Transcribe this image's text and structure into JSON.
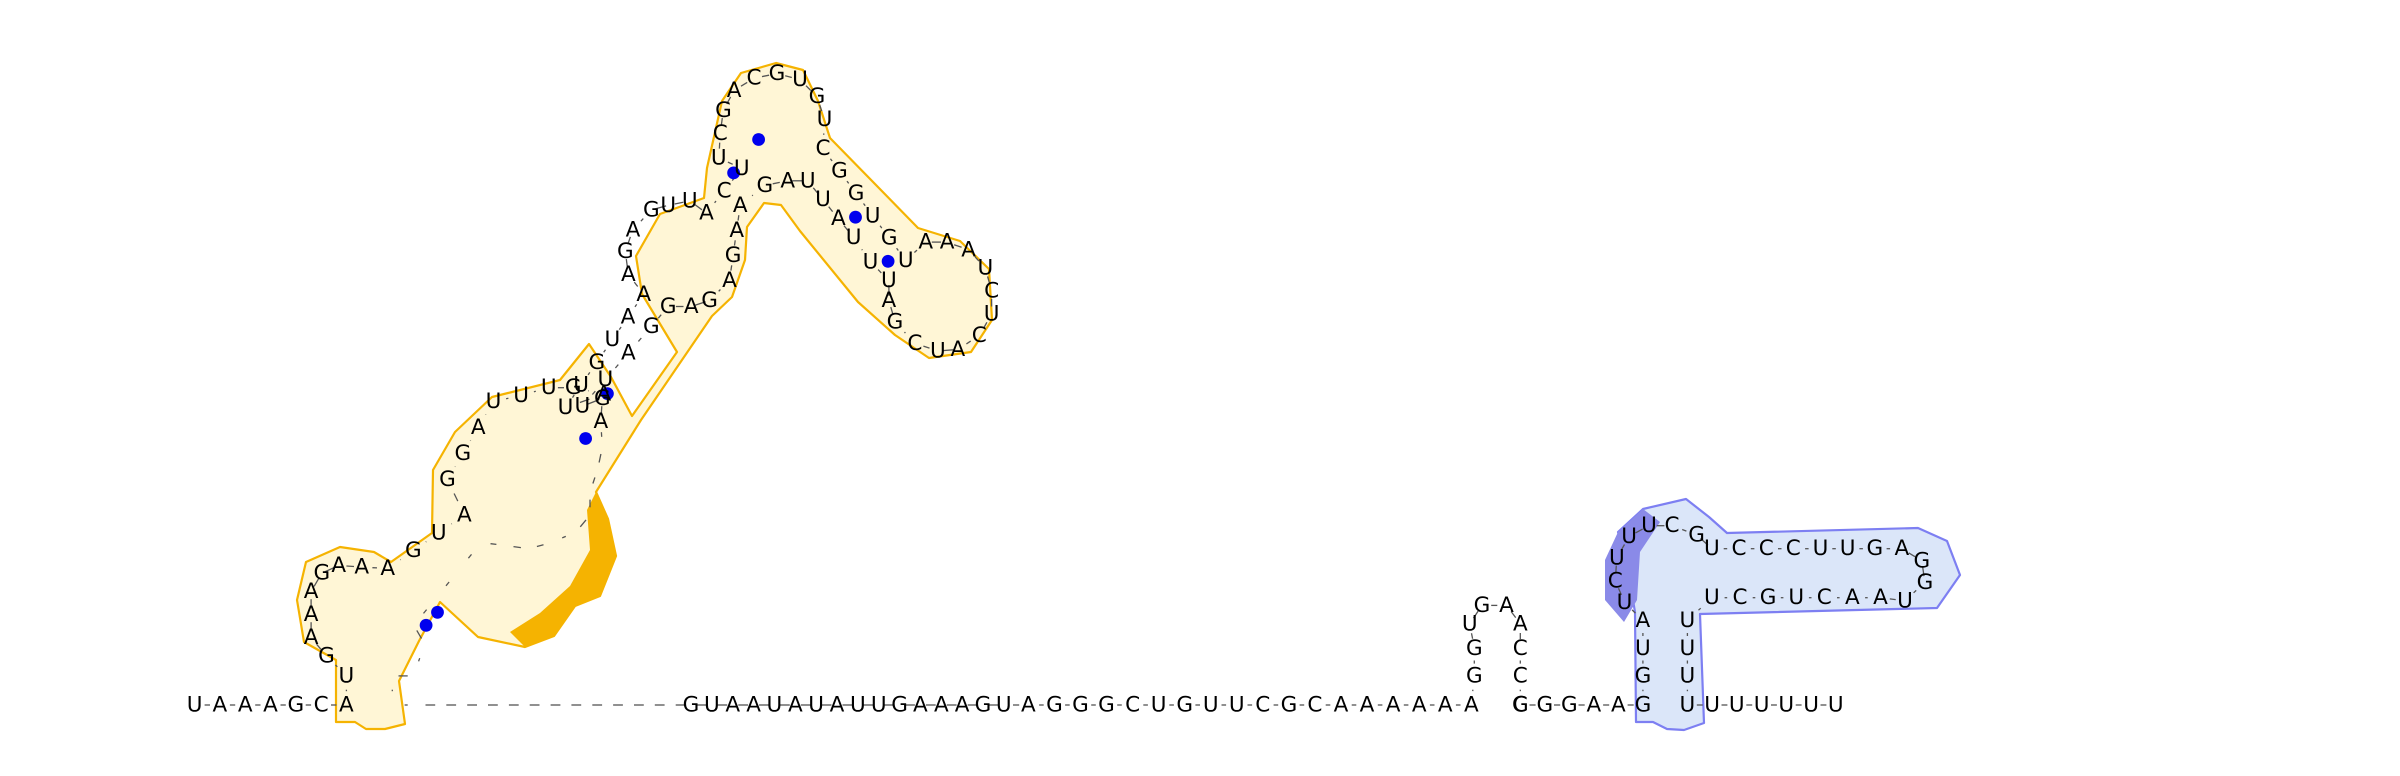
{
  "diagram": {
    "type": "rna-secondary-structure",
    "sequence": "UAAAGCAUGAAAGAAAGUAGGAUUUGAUUGUAAAGAGUUACUUCGACGUGUCGGUGUAAAUCUCAUCGAUUUAUUAGAAGAGAGGAUUGA-----------------------------GUAAUAUAUUGAAAGUAGGGCUGUUCGCAAAAAAGGUGAACCGCGGAAGGUAUCUUUCGUCCCUUGAGGUAACUGCUUUUUUUUUUU",
    "pair_color": "#0000ee",
    "highlight_domains": [
      {
        "name": "domain-1",
        "outline_color": "#f5b301",
        "fill_color": "#fff6d6",
        "accent_color": "#f5b301",
        "accent_bases": "CGAGG"
      },
      {
        "name": "domain-2",
        "outline_color": "#7d7ff2",
        "fill_color": "#dbe6f9",
        "accent_color": "#8a8ae8",
        "accent_bases": "AGGU"
      }
    ]
  }
}
